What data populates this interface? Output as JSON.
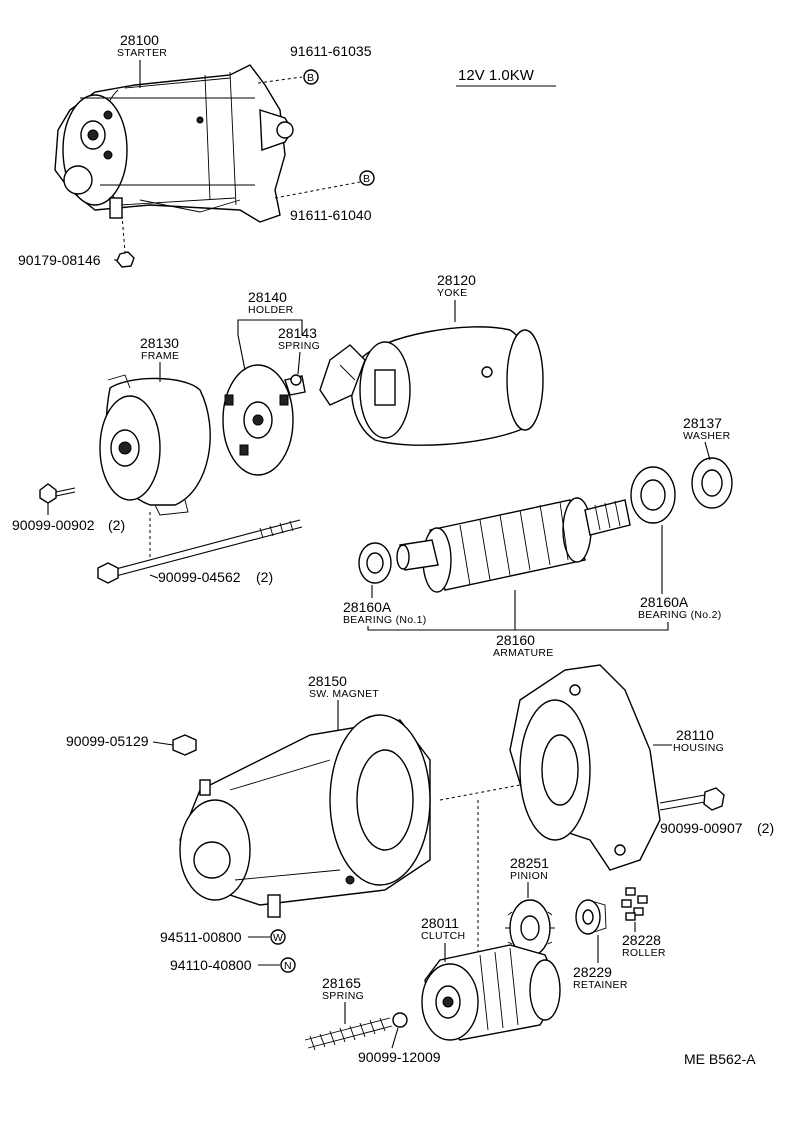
{
  "spec": "12V 1.0KW",
  "figure_code": "ME B562-A",
  "callouts": {
    "starter": {
      "num": "28100",
      "name": "STARTER"
    },
    "bolt_upper": "91611-61035",
    "bolt_upper_mark": "B",
    "bolt_lower": "91611-61040",
    "bolt_lower_mark": "B",
    "nut_terminal": "90179-08146",
    "holder": {
      "num": "28140",
      "name": "HOLDER"
    },
    "spring_brush": {
      "num": "28143",
      "name": "SPRING"
    },
    "yoke": {
      "num": "28120",
      "name": "YOKE"
    },
    "frame": {
      "num": "28130",
      "name": "FRAME"
    },
    "washer": {
      "num": "28137",
      "name": "WASHER"
    },
    "screw_frame": {
      "num": "90099-00902",
      "qty": "(2)"
    },
    "through_bolt": {
      "num": "90099-04562",
      "qty": "(2)"
    },
    "bearing_1": {
      "num": "28160A",
      "name": "BEARING (No.1)"
    },
    "bearing_2": {
      "num": "28160A",
      "name": "BEARING (No.2)"
    },
    "armature": {
      "num": "28160",
      "name": "ARMATURE"
    },
    "magnet_switch": {
      "num": "28150",
      "name": "SW. MAGNET"
    },
    "nut_magnet": "90099-05129",
    "housing": {
      "num": "28110",
      "name": "HOUSING"
    },
    "bolt_housing": {
      "num": "90099-00907",
      "qty": "(2)"
    },
    "pinion": {
      "num": "28251",
      "name": "PINION"
    },
    "clutch": {
      "num": "28011",
      "name": "CLUTCH"
    },
    "roller": {
      "num": "28228",
      "name": "ROLLER"
    },
    "retainer": {
      "num": "28229",
      "name": "RETAINER"
    },
    "washer_w": "94511-00800",
    "washer_w_mark": "W",
    "nut_n": "94110-40800",
    "nut_n_mark": "N",
    "spring_return": {
      "num": "28165",
      "name": "SPRING"
    },
    "ball": "90099-12009"
  }
}
